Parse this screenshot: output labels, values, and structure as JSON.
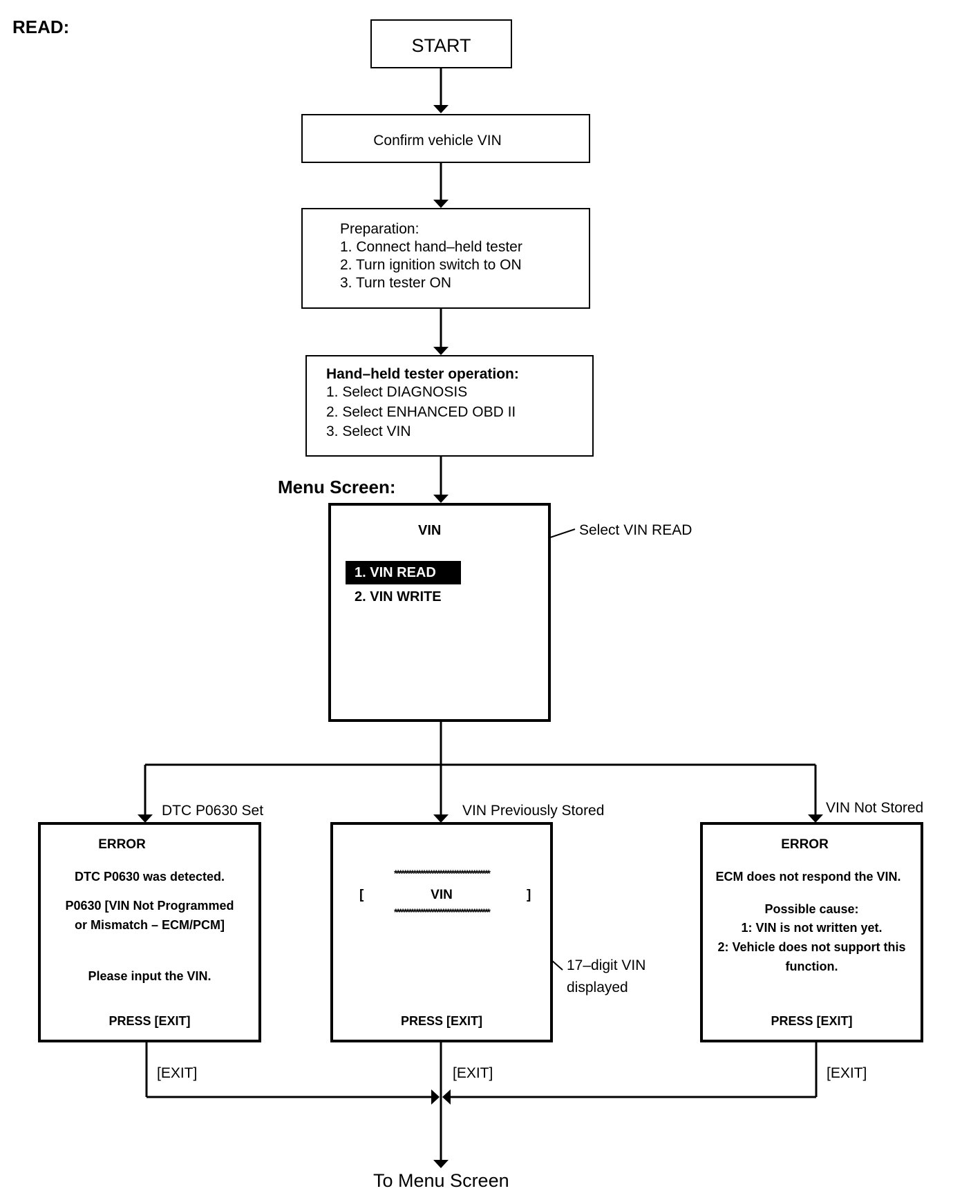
{
  "heading": "READ:",
  "start": "START",
  "confirm_vin": "Confirm vehicle VIN",
  "preparation": {
    "title": "Preparation:",
    "steps": [
      "1. Connect hand–held tester",
      "2. Turn ignition switch to ON",
      "3. Turn tester ON"
    ]
  },
  "operation": {
    "title": "Hand–held tester operation:",
    "steps": [
      "1. Select DIAGNOSIS",
      "2. Select ENHANCED OBD II",
      "3. Select VIN"
    ]
  },
  "menu_screen": {
    "label": "Menu Screen:",
    "title": "VIN",
    "items": [
      "1. VIN READ",
      "2. VIN WRITE"
    ],
    "callout": "Select VIN READ"
  },
  "branches": {
    "left_label": "DTC P0630 Set",
    "center_label": "VIN Previously Stored",
    "right_label": "VIN Not Stored"
  },
  "error_left": {
    "title": "ERROR",
    "line1": "DTC P0630 was detected.",
    "line2": "P0630  [VIN Not Programmed",
    "line3": "or Mismatch – ECM/PCM]",
    "line4": "Please input the VIN.",
    "press": "PRESS [EXIT]"
  },
  "vin_screen": {
    "stars": "****************************************",
    "bracket_open": "[",
    "vin": "VIN",
    "bracket_close": "]",
    "press": "PRESS [EXIT]",
    "callout_line1": "17–digit VIN",
    "callout_line2": "displayed"
  },
  "error_right": {
    "title": "ERROR",
    "line1": "ECM does not respond the VIN.",
    "line2": "Possible cause:",
    "line3": "1: VIN is not written yet.",
    "line4": "2: Vehicle does not support this",
    "line5": "function.",
    "press": "PRESS [EXIT]"
  },
  "exit_label": "[EXIT]",
  "to_menu": "To Menu Screen"
}
